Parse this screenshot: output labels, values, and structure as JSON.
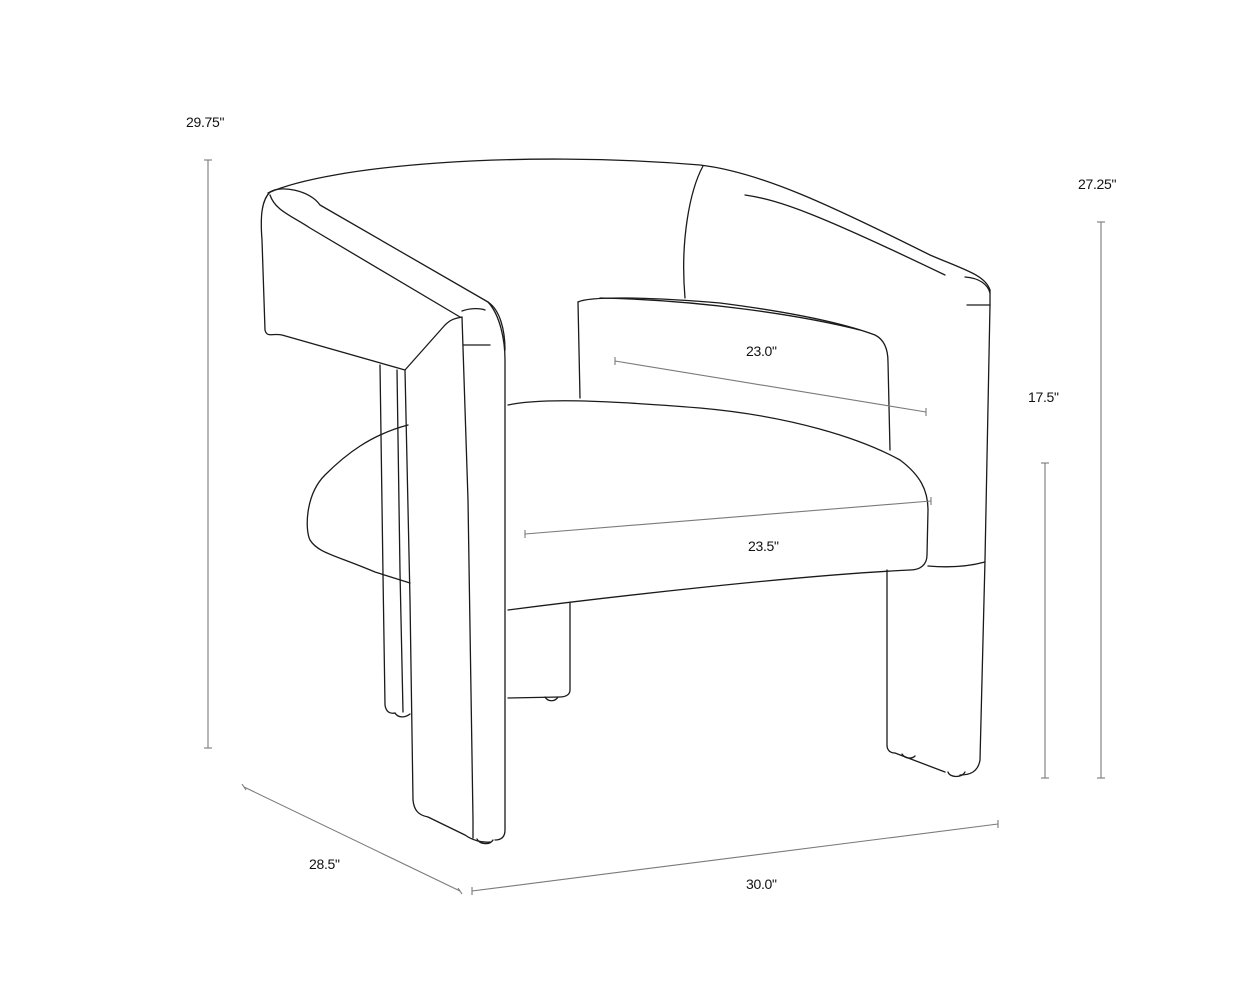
{
  "diagram": {
    "subject": "Lounge armchair line drawing with dimensions",
    "line_color": "#1a1a1a",
    "dimension_line_color": "#7a7a7a",
    "background": "#ffffff"
  },
  "dimensions": {
    "overall_height": {
      "label": "29.75\"",
      "value": 29.75,
      "unit": "in"
    },
    "arm_height": {
      "label": "27.25\"",
      "value": 27.25,
      "unit": "in"
    },
    "seat_height": {
      "label": "17.5\"",
      "value": 17.5,
      "unit": "in"
    },
    "back_inner_width": {
      "label": "23.0\"",
      "value": 23.0,
      "unit": "in"
    },
    "seat_width": {
      "label": "23.5\"",
      "value": 23.5,
      "unit": "in"
    },
    "depth": {
      "label": "28.5\"",
      "value": 28.5,
      "unit": "in"
    },
    "width": {
      "label": "30.0\"",
      "value": 30.0,
      "unit": "in"
    }
  }
}
